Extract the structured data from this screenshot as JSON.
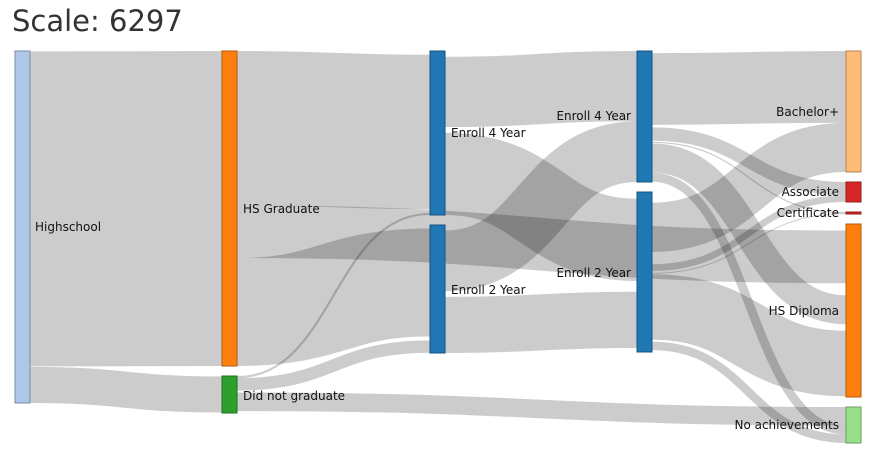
{
  "title": "Scale: 6297",
  "colors": {
    "Highschool": "#aec7e8",
    "HS Graduate": "#ff7f0e",
    "Did not graduate": "#2ca02c",
    "Enroll 4 Year": "#1f77b4",
    "Enroll 2 Year": "#1f77b4",
    "Bachelor+": "#ffbb78",
    "Associate": "#d62728",
    "Certificate": "#d62728",
    "HS Diploma": "#ff7f0e",
    "No achievements": "#98df8a",
    "link": "#000000"
  },
  "chart_data": {
    "type": "sankey",
    "total": 6297,
    "nodes": [
      {
        "id": "hs",
        "name": "Highschool",
        "column": 0
      },
      {
        "id": "grad",
        "name": "HS Graduate",
        "column": 1
      },
      {
        "id": "nograd",
        "name": "Did not graduate",
        "column": 1
      },
      {
        "id": "e4a",
        "name": "Enroll 4 Year",
        "column": 2
      },
      {
        "id": "e2a",
        "name": "Enroll 2 Year",
        "column": 2
      },
      {
        "id": "e4b",
        "name": "Enroll 4 Year",
        "column": 3
      },
      {
        "id": "e2b",
        "name": "Enroll 2 Year",
        "column": 3
      },
      {
        "id": "bach",
        "name": "Bachelor+",
        "column": 4
      },
      {
        "id": "assoc",
        "name": "Associate",
        "column": 4
      },
      {
        "id": "cert",
        "name": "Certificate",
        "column": 4
      },
      {
        "id": "dipl",
        "name": "HS Diploma",
        "column": 4
      },
      {
        "id": "none",
        "name": "No achievements",
        "column": 4
      }
    ],
    "links": [
      {
        "source": "hs",
        "target": "grad",
        "value": 5980
      },
      {
        "source": "hs",
        "target": "nograd",
        "value": 684
      },
      {
        "source": "grad",
        "target": "e4a",
        "value": 2930
      },
      {
        "source": "grad",
        "target": "dipl",
        "value": 1000
      },
      {
        "source": "grad",
        "target": "e2a",
        "value": 2050
      },
      {
        "source": "nograd",
        "target": "e4a",
        "value": 40
      },
      {
        "source": "nograd",
        "target": "e2a",
        "value": 230
      },
      {
        "source": "nograd",
        "target": "none",
        "value": 414
      },
      {
        "source": "e4a",
        "target": "e4b",
        "value": 1480
      },
      {
        "source": "e4a",
        "target": "e2b",
        "value": 1490
      },
      {
        "source": "e2a",
        "target": "e4b",
        "value": 1280
      },
      {
        "source": "e2a",
        "target": "e2b",
        "value": 1000
      },
      {
        "source": "e4b",
        "target": "bach",
        "value": 1600
      },
      {
        "source": "e4b",
        "target": "assoc",
        "value": 300
      },
      {
        "source": "e4b",
        "target": "cert",
        "value": 50
      },
      {
        "source": "e4b",
        "target": "dipl",
        "value": 610
      },
      {
        "source": "e4b",
        "target": "none",
        "value": 200
      },
      {
        "source": "e2b",
        "target": "bach",
        "value": 1100
      },
      {
        "source": "e2b",
        "target": "assoc",
        "value": 150
      },
      {
        "source": "e2b",
        "target": "cert",
        "value": 30
      },
      {
        "source": "e2b",
        "target": "dipl",
        "value": 1020
      },
      {
        "source": "e2b",
        "target": "none",
        "value": 190
      }
    ]
  }
}
